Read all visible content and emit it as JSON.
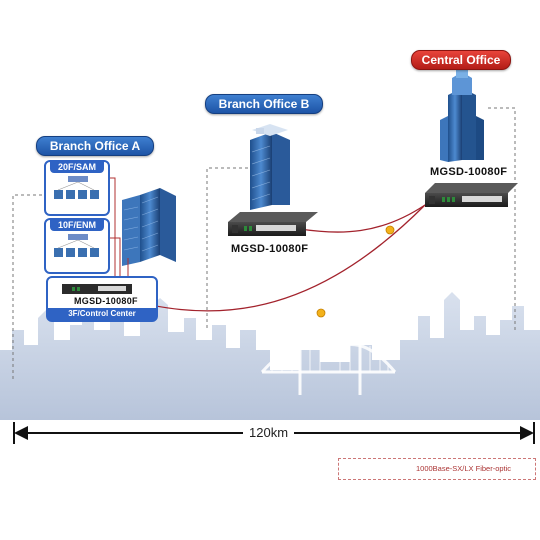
{
  "offices": {
    "branch_a": "Branch Office A",
    "branch_b": "Branch Office B",
    "central": "Central Office"
  },
  "floors": {
    "floor_20": "20F/SAM",
    "floor_10": "10F/ENM",
    "control_center": "3F/Control Center"
  },
  "devices": {
    "switch_a": "MGSD-10080F",
    "switch_b": "MGSD-10080F",
    "switch_central": "MGSD-10080F"
  },
  "distance": "120km",
  "legend": {
    "fiber_label": "1000Base-SX/LX Fiber-optic"
  },
  "colors": {
    "fiber": "#a3232d",
    "fiber_node": "#f3b21b",
    "office_pill": "#1d54a6",
    "central_pill": "#b31d17",
    "panel_border": "#2f63c4",
    "skyline": "#c9d3e3"
  }
}
